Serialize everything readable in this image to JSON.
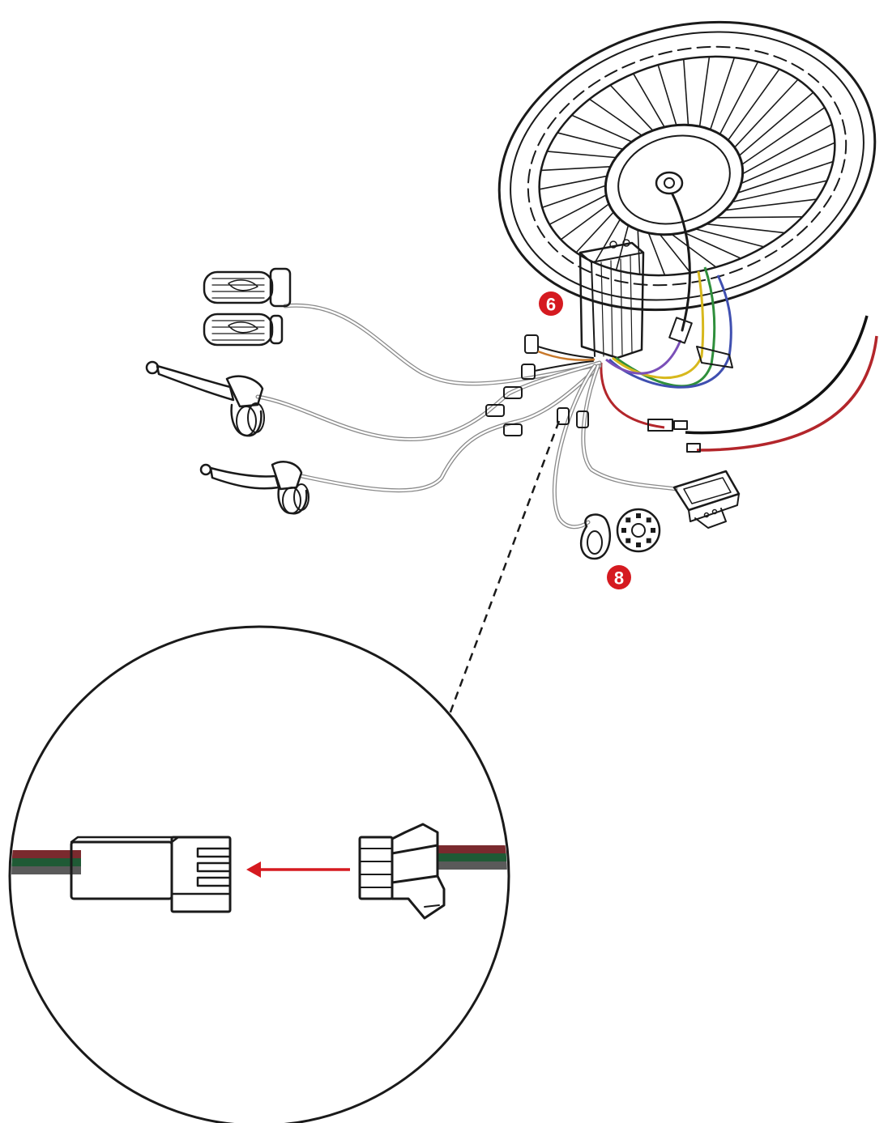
{
  "callouts": [
    {
      "label": "6",
      "color": "#d51a20"
    },
    {
      "label": "8",
      "color": "#d51a20"
    }
  ],
  "colors": {
    "outline": "#1a1a1a",
    "cable_gray": "#8a8a8a",
    "wire_red": "#b3262b",
    "wire_black": "#111111",
    "wire_green": "#2f8f3c",
    "wire_yellow": "#d7b81d",
    "wire_blue": "#3f4fb0",
    "wire_purple": "#7a4fb8",
    "wire_orange": "#c8782a",
    "arrow": "#d51a20"
  },
  "icons": [
    "wheel-hub-motor",
    "controller",
    "throttle-grip",
    "brake-lever",
    "battery-wires",
    "lcd-display",
    "pas-sensor",
    "connector-plug"
  ]
}
